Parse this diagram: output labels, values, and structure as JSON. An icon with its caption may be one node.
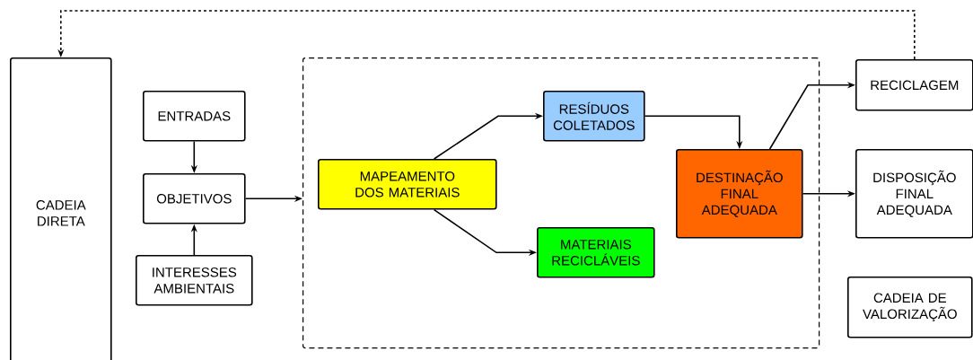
{
  "diagram": {
    "nodes": [
      {
        "text": [
          "CADEIA DIRETA"
        ]
      },
      {
        "text": [
          "ENTRADAS"
        ]
      },
      {
        "text": [
          "OBJETIVOS"
        ]
      },
      {
        "text": [
          "INTERESSES AMBIENTAIS"
        ]
      },
      {
        "text": [],
        "shape": "box"
      },
      {
        "text": [
          "MAPEAMENTO DOS MATERIAIS"
        ],
        "in": 4
      },
      {
        "text": [
          "RESÍDUOS COLETADOS"
        ],
        "in": 4
      },
      {
        "text": [
          "MATERIAIS RECICLÁVEIS"
        ],
        "in": 4
      },
      {
        "text": [
          "DESTINAÇÃO FINAL ADEQUADA"
        ],
        "in": 4
      },
      {
        "text": [
          "RECICLAGEM"
        ]
      },
      {
        "text": [
          "DISPOSIÇÃO FINAL ADEQUADA"
        ]
      },
      {
        "text": [
          "CADEIA DE VALORIZAÇÃO"
        ]
      }
    ],
    "edges": [
      {
        "from": 1,
        "to": 2,
        "arrow": "to"
      },
      {
        "from": 3,
        "to": 2,
        "arrow": "to"
      },
      {
        "from": 2,
        "to": 4,
        "arrow": "to"
      },
      {
        "from": 5,
        "to": 6,
        "arrow": "to"
      },
      {
        "from": 5,
        "to": 7,
        "arrow": "to"
      },
      {
        "from": 6,
        "to": 8,
        "arrow": "to"
      },
      {
        "from": 8,
        "to": 9,
        "arrow": "to"
      },
      {
        "from": 8,
        "to": 10,
        "arrow": "to"
      },
      {
        "from": 9,
        "to": 0,
        "arrow": "to",
        "style": "dashed"
      }
    ]
  }
}
